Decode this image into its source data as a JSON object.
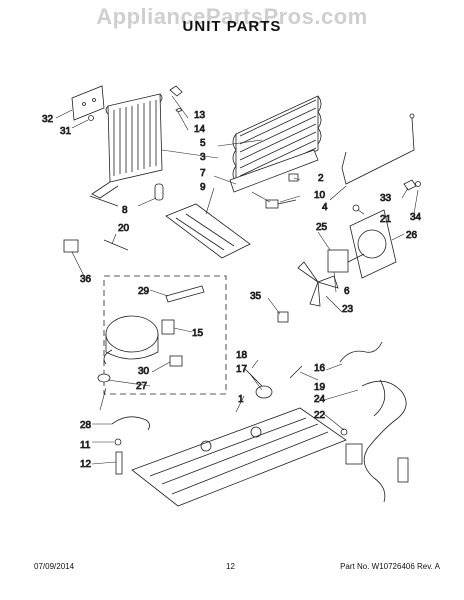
{
  "watermark": "AppliancePartsPros.com",
  "title": "UNIT PARTS",
  "footer": {
    "date": "07/09/2014",
    "page": "12",
    "part_number": "Part No. W10726406 Rev. A"
  },
  "callouts": {
    "c1": "1",
    "c2": "2",
    "c3": "3",
    "c4": "4",
    "c5": "5",
    "c6": "6",
    "c7": "7",
    "c8": "8",
    "c9": "9",
    "c10": "10",
    "c11": "11",
    "c12": "12",
    "c13": "13",
    "c14": "14",
    "c15": "15",
    "c16": "16",
    "c17": "17",
    "c18": "18",
    "c19": "19",
    "c20": "20",
    "c21": "21",
    "c22": "22",
    "c23": "23",
    "c24": "24",
    "c25": "25",
    "c26": "26",
    "c27": "27",
    "c28": "28",
    "c29": "29",
    "c30": "30",
    "c31": "31",
    "c32": "32",
    "c33": "33",
    "c34": "34",
    "c35": "35",
    "c36": "36"
  }
}
